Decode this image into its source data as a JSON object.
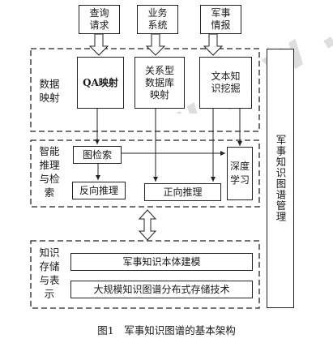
{
  "top_inputs": {
    "query": "查询\n请求",
    "business": "业务\n系统",
    "intel": "军事\n情报"
  },
  "layers": {
    "mapping": {
      "label": "数据\n映射",
      "qa": "QA映射",
      "relational": "关系型\n数据库\n映射",
      "text_mining": "文本知\n识挖掘"
    },
    "reasoning": {
      "label": "智能\n推理\n与检\n索",
      "graph_retrieval": "图检索",
      "backward": "反向推理",
      "forward": "正向推理",
      "deep_learning": "深度\n学习"
    },
    "storage": {
      "label": "知识\n存储\n与表\n示",
      "ontology": "军事知识本体建模",
      "distributed": "大规模知识图谱分布式存储技术"
    }
  },
  "side_panel": "军事知识图谱管理",
  "caption": "图1　军事知识图谱的基本架构",
  "watermark_text": "w w w . c"
}
